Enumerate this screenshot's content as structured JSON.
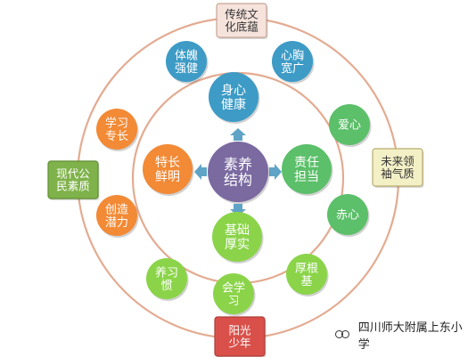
{
  "center": {
    "label": [
      "素养",
      "结构"
    ],
    "color": "#7a6aa0"
  },
  "core_pillars": [
    {
      "id": "top",
      "label": [
        "身心",
        "健康"
      ],
      "color": "#3d9bc6"
    },
    {
      "id": "right",
      "label": [
        "责任",
        "担当"
      ],
      "color": "#5cbf6a"
    },
    {
      "id": "bottom",
      "label": [
        "基础",
        "厚实"
      ],
      "color": "#8bd44a"
    },
    {
      "id": "left",
      "label": [
        "特长",
        "鲜明"
      ],
      "color": "#f28a36"
    }
  ],
  "ring_items": [
    {
      "id": "tipo",
      "label": [
        "体魄",
        "强健"
      ],
      "color": "#3d9bc6"
    },
    {
      "id": "xinxiong",
      "label": [
        "心胸",
        "宽广"
      ],
      "color": "#3d9bc6"
    },
    {
      "id": "aixin",
      "label": [
        "爱心"
      ],
      "color": "#5cbf6a"
    },
    {
      "id": "chixin",
      "label": [
        "赤心"
      ],
      "color": "#5cbf6a"
    },
    {
      "id": "hougen",
      "label": [
        "厚根",
        "基"
      ],
      "color": "#8bd44a"
    },
    {
      "id": "huixuexi",
      "label": [
        "会学",
        "习"
      ],
      "color": "#8bd44a"
    },
    {
      "id": "yangxiguan",
      "label": [
        "养习",
        "惯"
      ],
      "color": "#8bd44a"
    },
    {
      "id": "chuangzao",
      "label": [
        "创造",
        "潜力"
      ],
      "color": "#f28a36"
    },
    {
      "id": "xuexi",
      "label": [
        "学习",
        "专长"
      ],
      "color": "#f28a36"
    }
  ],
  "outer_boxes": [
    {
      "id": "top",
      "label": [
        "传统文",
        "化底蕴"
      ],
      "color": "#f5e3dc",
      "border": "#c9a394",
      "text_color": "#333333"
    },
    {
      "id": "right",
      "label": [
        "未来领",
        "袖气质"
      ],
      "color": "#f3f0c6",
      "border": "#b8ac6e",
      "text_color": "#333333"
    },
    {
      "id": "bottom",
      "label": [
        "阳光",
        "少年"
      ],
      "color": "#d9504a",
      "border": "#b03e38",
      "text_color": "#ffffff"
    },
    {
      "id": "left",
      "label": [
        "现代公",
        "民素质"
      ],
      "color": "#7fb24a",
      "border": "#5f8f33",
      "text_color": "#ffffff"
    }
  ],
  "ring_color": "#e3ab91",
  "arrow_color": "#5fa3c7",
  "watermark": {
    "text": "四川师大附属上东小学",
    "icon": "wechat-logo-icon"
  }
}
